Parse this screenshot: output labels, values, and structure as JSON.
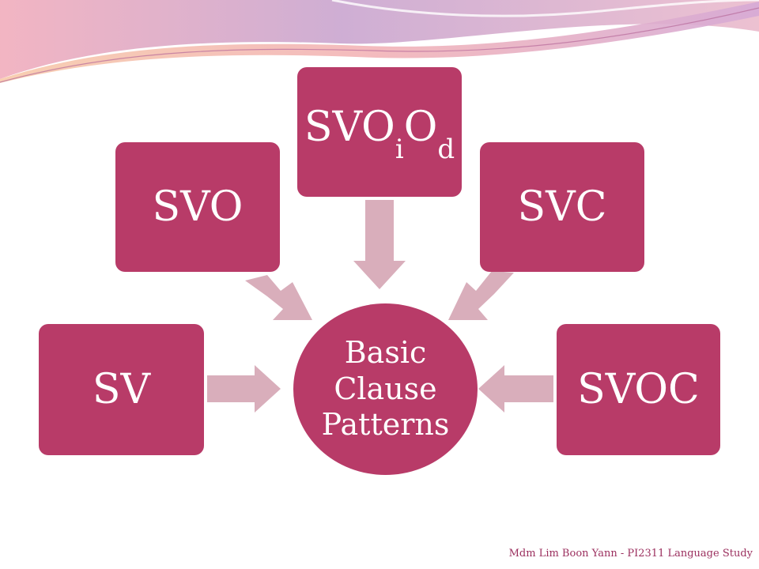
{
  "colors": {
    "box_fill": "#b83b68",
    "arrow_fill": "#d9aebb",
    "text": "#ffffff",
    "footer_text": "#9b2f5e",
    "decor_pink": "#e79bb2",
    "decor_purple": "#c79ac8"
  },
  "diagram": {
    "center": {
      "line1": "Basic",
      "line2": "Clause",
      "line3": "Patterns"
    },
    "boxes": {
      "sv": "SV",
      "svo": "SVO",
      "svoiod_main1": "SVO",
      "svoiod_sub1": "i",
      "svoiod_main2": "O",
      "svoiod_sub2": "d",
      "svc": "SVC",
      "svoc": "SVOC"
    }
  },
  "footer": "Mdm Lim Boon Yann - PI2311 Language Study"
}
